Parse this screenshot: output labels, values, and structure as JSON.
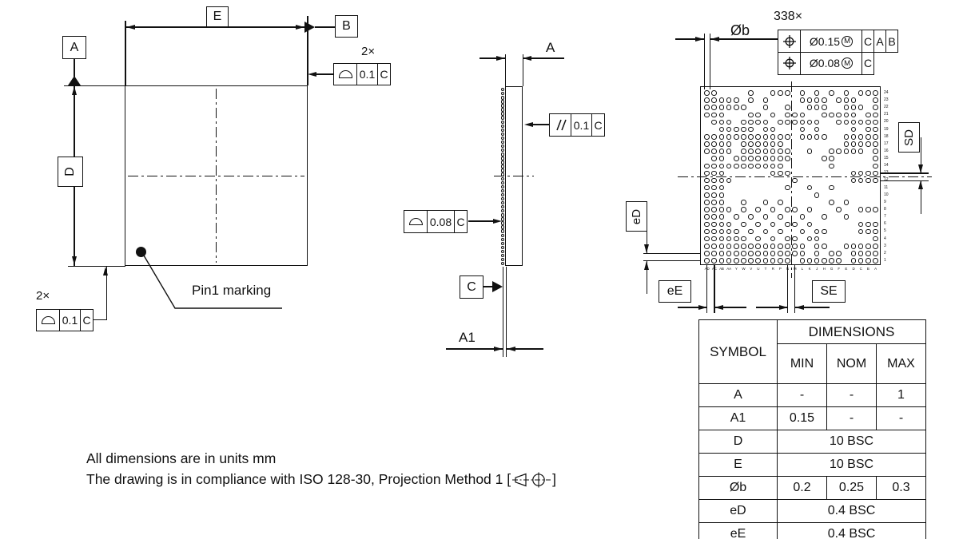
{
  "top_view": {
    "datum_a": "A",
    "datum_b": "B",
    "dim_e_label": "E",
    "dim_d_label": "D",
    "count_top_label": "2×",
    "fcf_top": {
      "symbol_icon": "profile-of-surface",
      "tolerance": "0.1",
      "datum": "C"
    },
    "count_bottom_label": "2×",
    "fcf_bottom": {
      "symbol_icon": "profile-of-surface",
      "tolerance": "0.1",
      "datum": "C"
    },
    "pin1_label": "Pin1 marking"
  },
  "side_view": {
    "dim_a_label": "A",
    "dim_a1_label": "A1",
    "datum_c": "C",
    "fcf_parallelism": {
      "symbol_icon": "parallelism",
      "tolerance": "0.1",
      "datum": "C"
    },
    "fcf_profile": {
      "symbol_icon": "profile-of-surface",
      "tolerance": "0.08",
      "datum": "C"
    }
  },
  "bottom_view": {
    "ball_count_label": "338×",
    "dim_ob_label": "Øb",
    "fcf_position": [
      {
        "tolerance": "Ø0.15",
        "modifier": "M",
        "datum_1": "C",
        "datum_2": "A",
        "datum_3": "B"
      },
      {
        "tolerance": "Ø0.08",
        "modifier": "M",
        "datum_1": "C"
      }
    ],
    "dim_ed_label": "eD",
    "dim_ee_label": "eE",
    "dim_sd_label": "SD",
    "dim_se_label": "SE",
    "row_labels": [
      "24",
      "23",
      "22",
      "21",
      "20",
      "19",
      "18",
      "17",
      "16",
      "15",
      "14",
      "13",
      "12",
      "11",
      "10",
      "9",
      "8",
      "7",
      "6",
      "5",
      "4",
      "3",
      "2",
      "1"
    ],
    "col_labels": [
      "AD",
      "AC",
      "AB",
      "AA",
      "Y",
      "W",
      "V",
      "U",
      "T",
      "R",
      "P",
      "N",
      "M",
      "L",
      "K",
      "J",
      "H",
      "G",
      "F",
      "E",
      "D",
      "C",
      "B",
      "A"
    ],
    "ball_map": [
      "110000100111010101010111",
      "111110101000011110111001",
      "111111001001001110011101",
      "111000110101110011111011",
      "011101111011111100111111",
      "001111101100010100001011",
      "111111111111011110011111",
      "111101111110000000011111",
      "111101111111001001111101",
      "011011111111000011000001",
      "111111111110000001000001",
      "111000000111000000001111",
      "111100000000100000001111",
      "111000000001001001000000",
      "111000000000000100000000",
      "111001001010000001010000",
      "111101010101101000100111",
      "111010101010010010010000",
      "111101010101101000000111",
      "111110101010010110000111",
      "111111010101101100000001",
      "111111111111110110011111",
      "111111111111110101101111",
      "111111111111011111101111"
    ]
  },
  "table": {
    "symbol_header": "SYMBOL",
    "dimensions_header": "DIMENSIONS",
    "min_header": "MIN",
    "nom_header": "NOM",
    "max_header": "MAX",
    "rows": [
      {
        "symbol": "A",
        "min": "-",
        "nom": "-",
        "max": "1"
      },
      {
        "symbol": "A1",
        "min": "0.15",
        "nom": "-",
        "max": "-"
      },
      {
        "symbol": "D",
        "merged": "10 BSC"
      },
      {
        "symbol": "E",
        "merged": "10 BSC"
      },
      {
        "symbol": "Øb",
        "min": "0.2",
        "nom": "0.25",
        "max": "0.3"
      },
      {
        "symbol": "eD",
        "merged": "0.4 BSC"
      },
      {
        "symbol": "eE",
        "merged": "0.4 BSC"
      }
    ]
  },
  "notes": {
    "units_line": "All dimensions are in units mm",
    "compliance_prefix": "The drawing is in compliance with ISO 128-30, Projection Method 1 [",
    "compliance_suffix": "]"
  }
}
